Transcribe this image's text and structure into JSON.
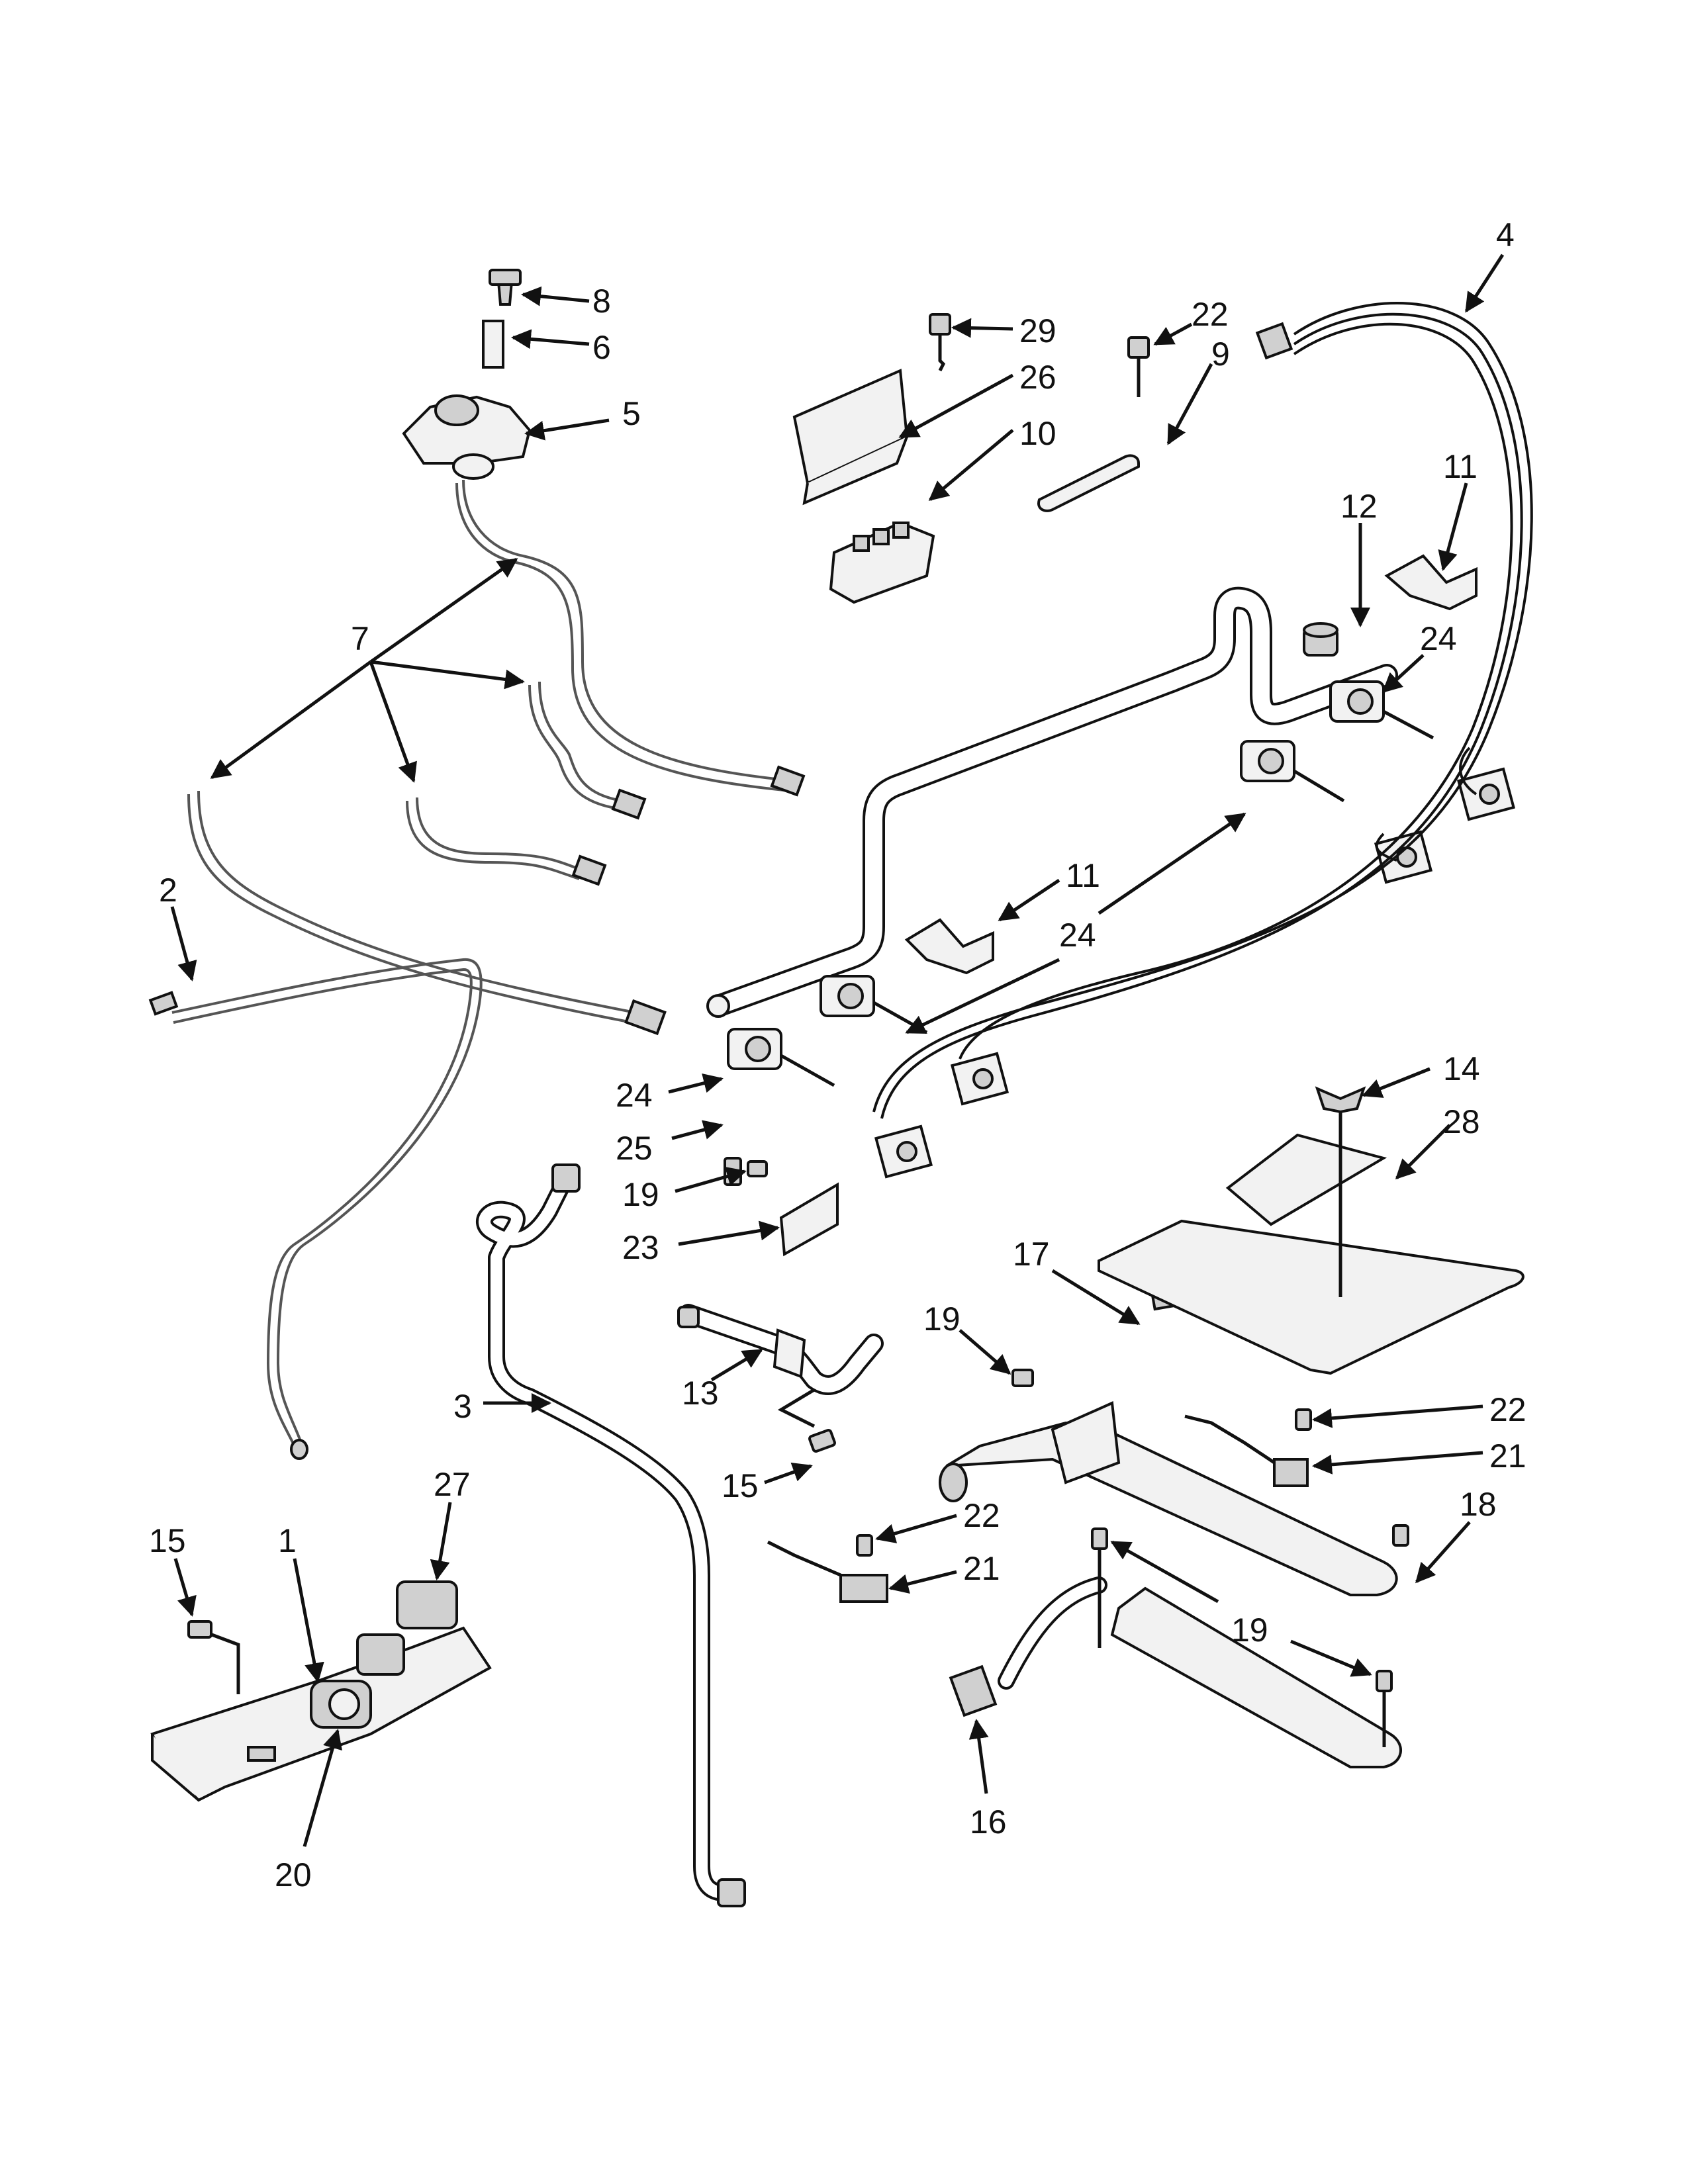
{
  "callouts": [
    {
      "id": "c8",
      "label": "8"
    },
    {
      "id": "c6",
      "label": "6"
    },
    {
      "id": "c5",
      "label": "5"
    },
    {
      "id": "c29",
      "label": "29"
    },
    {
      "id": "c26",
      "label": "26"
    },
    {
      "id": "c10",
      "label": "10"
    },
    {
      "id": "c22a",
      "label": "22"
    },
    {
      "id": "c9",
      "label": "9"
    },
    {
      "id": "c4",
      "label": "4"
    },
    {
      "id": "c11a",
      "label": "11"
    },
    {
      "id": "c12",
      "label": "12"
    },
    {
      "id": "c24a",
      "label": "24"
    },
    {
      "id": "c7",
      "label": "7"
    },
    {
      "id": "c2",
      "label": "2"
    },
    {
      "id": "c11b",
      "label": "11"
    },
    {
      "id": "c24b",
      "label": "24"
    },
    {
      "id": "c24c",
      "label": "24"
    },
    {
      "id": "c25",
      "label": "25"
    },
    {
      "id": "c14",
      "label": "14"
    },
    {
      "id": "c28",
      "label": "28"
    },
    {
      "id": "c19a",
      "label": "19"
    },
    {
      "id": "c23",
      "label": "23"
    },
    {
      "id": "c17",
      "label": "17"
    },
    {
      "id": "c19b",
      "label": "19"
    },
    {
      "id": "c13",
      "label": "13"
    },
    {
      "id": "c3",
      "label": "3"
    },
    {
      "id": "c22b",
      "label": "22"
    },
    {
      "id": "c21a",
      "label": "21"
    },
    {
      "id": "c15a",
      "label": "15"
    },
    {
      "id": "c22c",
      "label": "22"
    },
    {
      "id": "c21b",
      "label": "21"
    },
    {
      "id": "c18",
      "label": "18"
    },
    {
      "id": "c15b",
      "label": "15"
    },
    {
      "id": "c1",
      "label": "1"
    },
    {
      "id": "c27",
      "label": "27"
    },
    {
      "id": "c19c",
      "label": "19"
    },
    {
      "id": "c16",
      "label": "16"
    },
    {
      "id": "c20",
      "label": "20"
    }
  ]
}
